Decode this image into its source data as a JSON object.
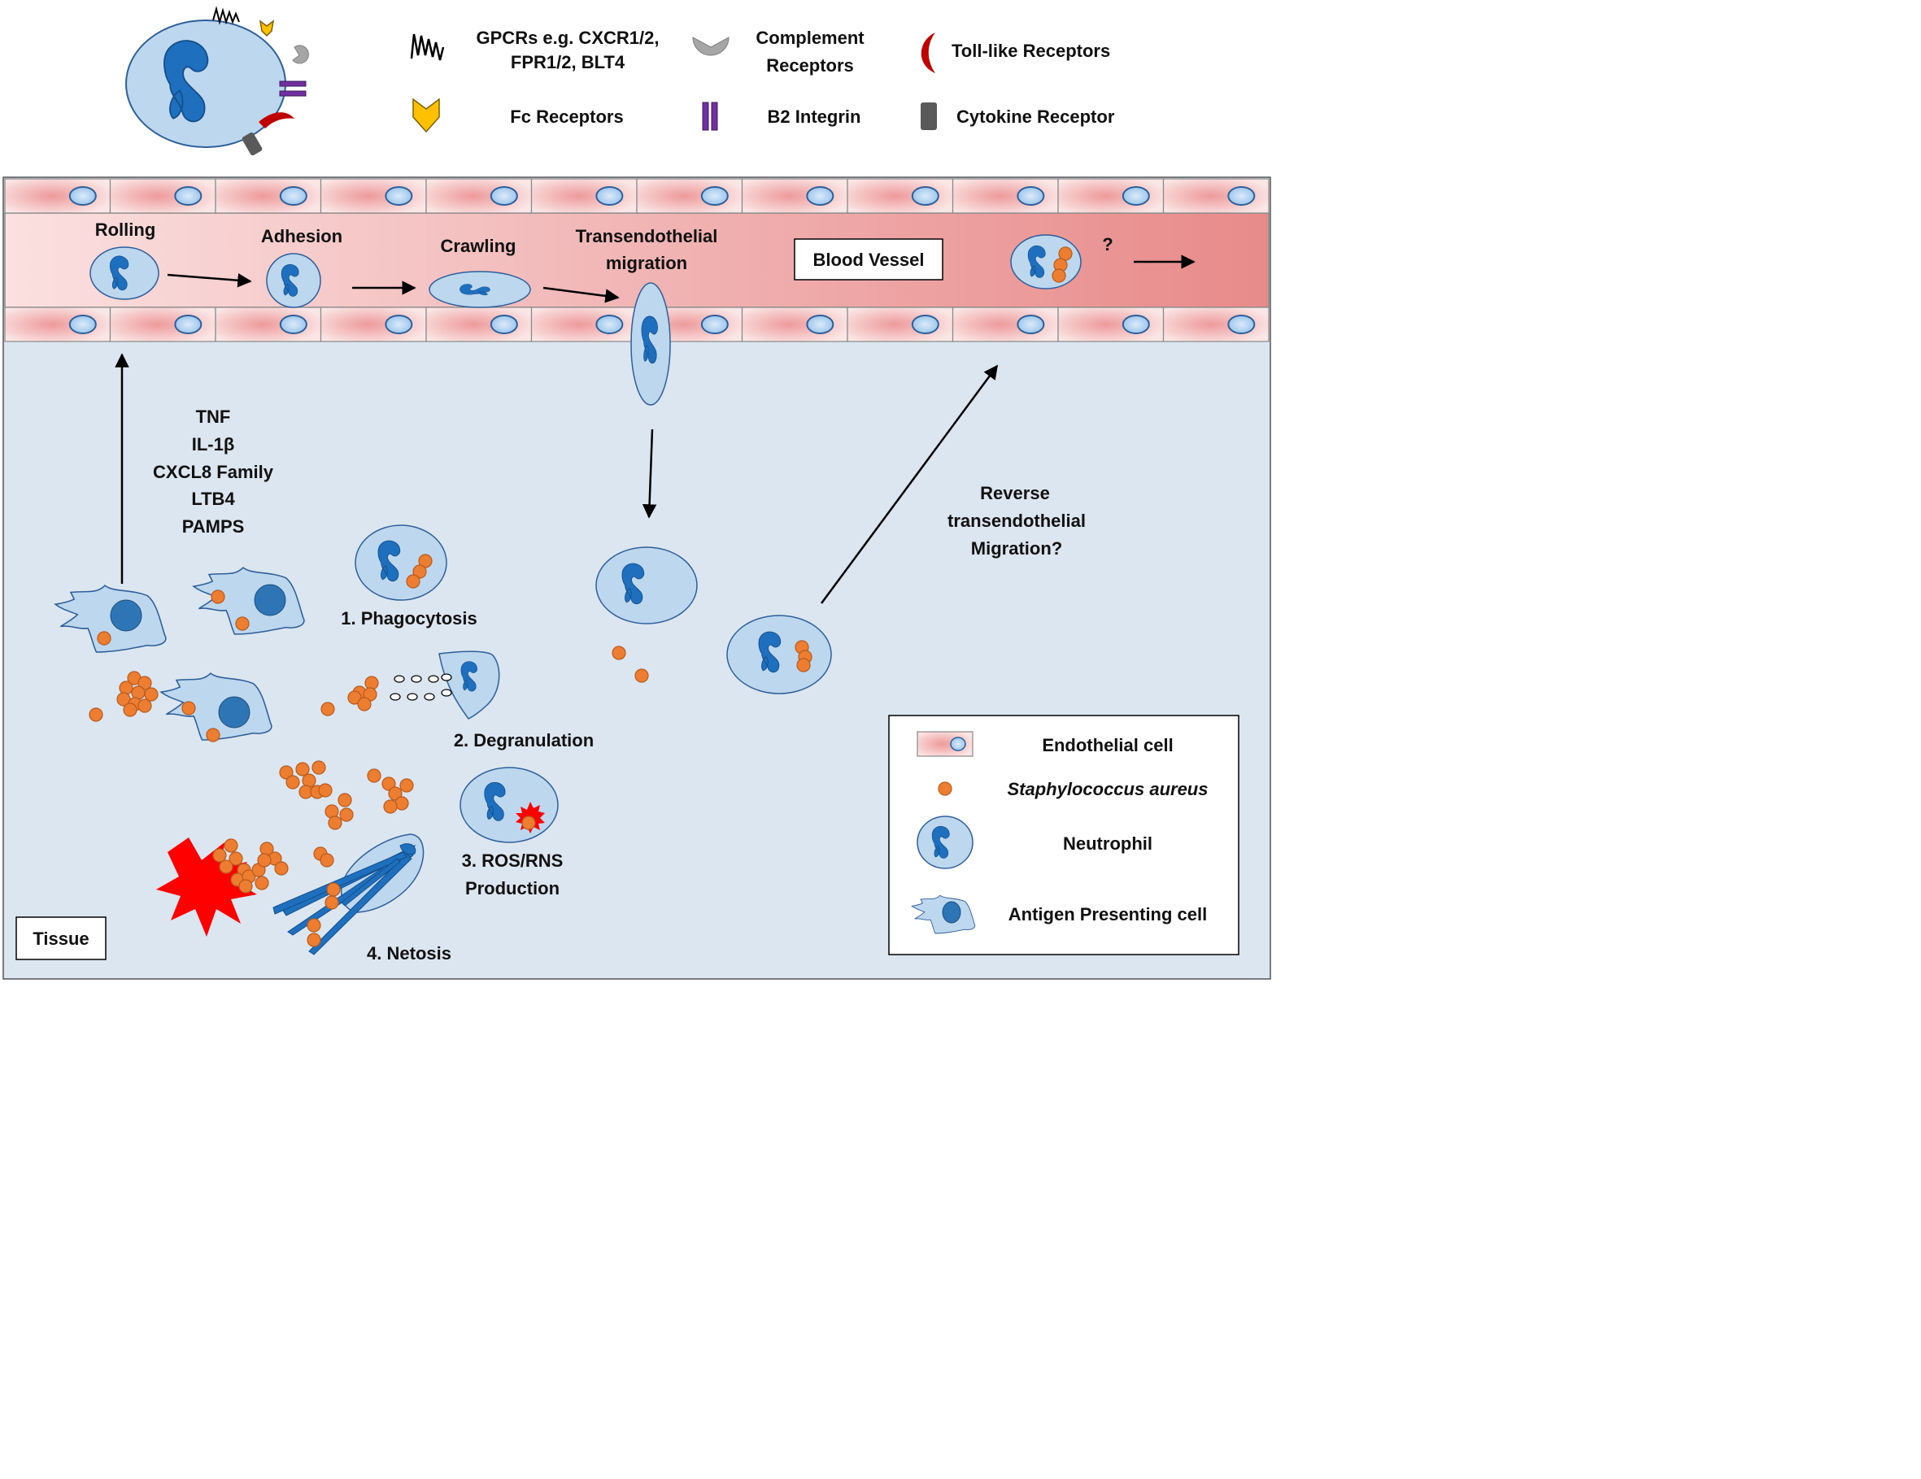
{
  "receptor_key": {
    "gpcr_line1": "GPCRs e.g. CXCR1/2,",
    "gpcr_line2": "FPR1/2, BLT4",
    "complement_line1": "Complement",
    "complement_line2": "Receptors",
    "tlr": "Toll-like Receptors",
    "fc": "Fc Receptors",
    "b2": "B2 Integrin",
    "cytokine": "Cytokine Receptor"
  },
  "vessel": {
    "label": "Blood Vessel",
    "steps": {
      "rolling": "Rolling",
      "adhesion": "Adhesion",
      "crawling": "Crawling",
      "tem_line1": "Transendothelial",
      "tem_line2": "migration",
      "question": "?"
    }
  },
  "tissue": {
    "label": "Tissue",
    "mediators": [
      "TNF",
      "IL-1β",
      "CXCL8 Family",
      "LTB4",
      "PAMPS"
    ],
    "phagocytosis": "1. Phagocytosis",
    "degranulation": "2. Degranulation",
    "ros_line1": "3. ROS/RNS",
    "ros_line2": "Production",
    "netosis": "4. Netosis",
    "reverse_line1": "Reverse",
    "reverse_line2": "transendothelial",
    "reverse_line3": "Migration?"
  },
  "legend": {
    "endothelial": "Endothelial cell",
    "staph": "Staphylococcus aureus",
    "neutrophil": "Neutrophil",
    "apc": "Antigen Presenting cell"
  },
  "colors": {
    "cell_fill": "#bdd7ee",
    "nucleus": "#1f6fbf",
    "bacteria": "#ed7d31",
    "vessel_red": "#e88a8a",
    "tissue_bg": "#dce6f1",
    "gpcr": "#000000",
    "fc_receptor": "#ffc000",
    "complement": "#a6a6a6",
    "b2_integrin": "#7030a0",
    "tlr": "#c00000",
    "cytokine_receptor": "#595959",
    "burst": "#ff0000"
  }
}
